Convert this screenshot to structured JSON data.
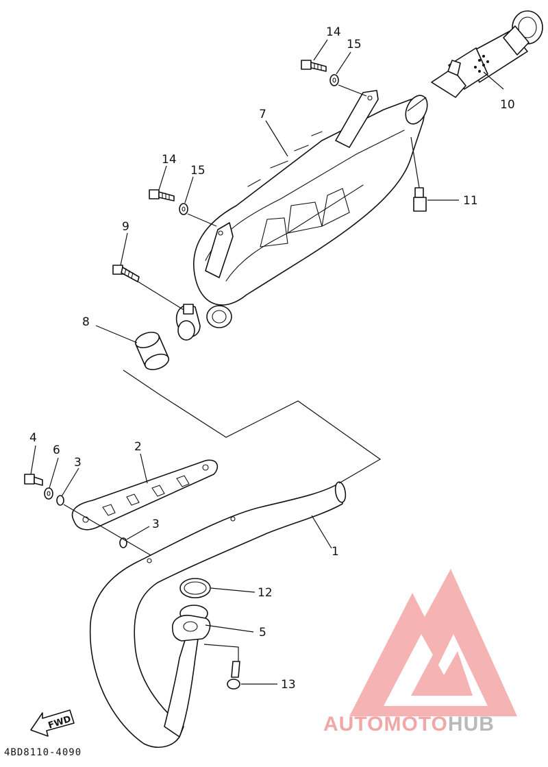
{
  "diagram": {
    "drawing_code": "4BD8110-4090",
    "fwd_label": "FWD",
    "callouts": [
      {
        "id": "c14a",
        "label": "14"
      },
      {
        "id": "c15a",
        "label": "15"
      },
      {
        "id": "c7",
        "label": "7"
      },
      {
        "id": "c10",
        "label": "10"
      },
      {
        "id": "c14b",
        "label": "14"
      },
      {
        "id": "c15b",
        "label": "15"
      },
      {
        "id": "c11",
        "label": "11"
      },
      {
        "id": "c9",
        "label": "9"
      },
      {
        "id": "c8",
        "label": "8"
      },
      {
        "id": "c4",
        "label": "4"
      },
      {
        "id": "c6",
        "label": "6"
      },
      {
        "id": "c2",
        "label": "2"
      },
      {
        "id": "c3a",
        "label": "3"
      },
      {
        "id": "c3b",
        "label": "3"
      },
      {
        "id": "c1",
        "label": "1"
      },
      {
        "id": "c12",
        "label": "12"
      },
      {
        "id": "c5",
        "label": "5"
      },
      {
        "id": "c13",
        "label": "13"
      }
    ]
  },
  "watermark": {
    "part1": "AUTOMOTO",
    "part2": "HUB",
    "color_primary": "#f2a7a7",
    "color_secondary": "#b9b9b9"
  }
}
